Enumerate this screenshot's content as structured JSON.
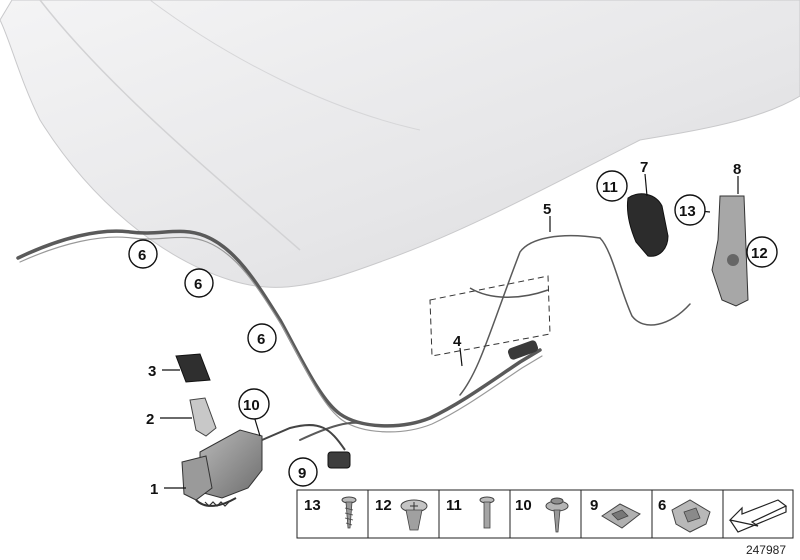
{
  "callouts": {
    "c1": "1",
    "c2": "2",
    "c3": "3",
    "c4": "4",
    "c5": "5",
    "c6a": "6",
    "c6b": "6",
    "c6c": "6",
    "c7": "7",
    "c8": "8",
    "c9": "9",
    "c10": "10",
    "c11": "11",
    "c12": "12",
    "c13": "13"
  },
  "legend": {
    "items": [
      {
        "label": "13",
        "icon": "screw-icon"
      },
      {
        "label": "12",
        "icon": "expanding-rivet-icon"
      },
      {
        "label": "11",
        "icon": "bolt-icon"
      },
      {
        "label": "10",
        "icon": "collar-screw-icon"
      },
      {
        "label": "9",
        "icon": "speed-nut-icon"
      },
      {
        "label": "6",
        "icon": "cable-clip-icon"
      },
      {
        "label": "",
        "icon": "arrow-icon"
      }
    ]
  },
  "reference_number": "247987",
  "colors": {
    "hood": "#e9e9ea",
    "part": "#8a8a8a",
    "dark": "#3a3a3a",
    "line": "#222222"
  }
}
